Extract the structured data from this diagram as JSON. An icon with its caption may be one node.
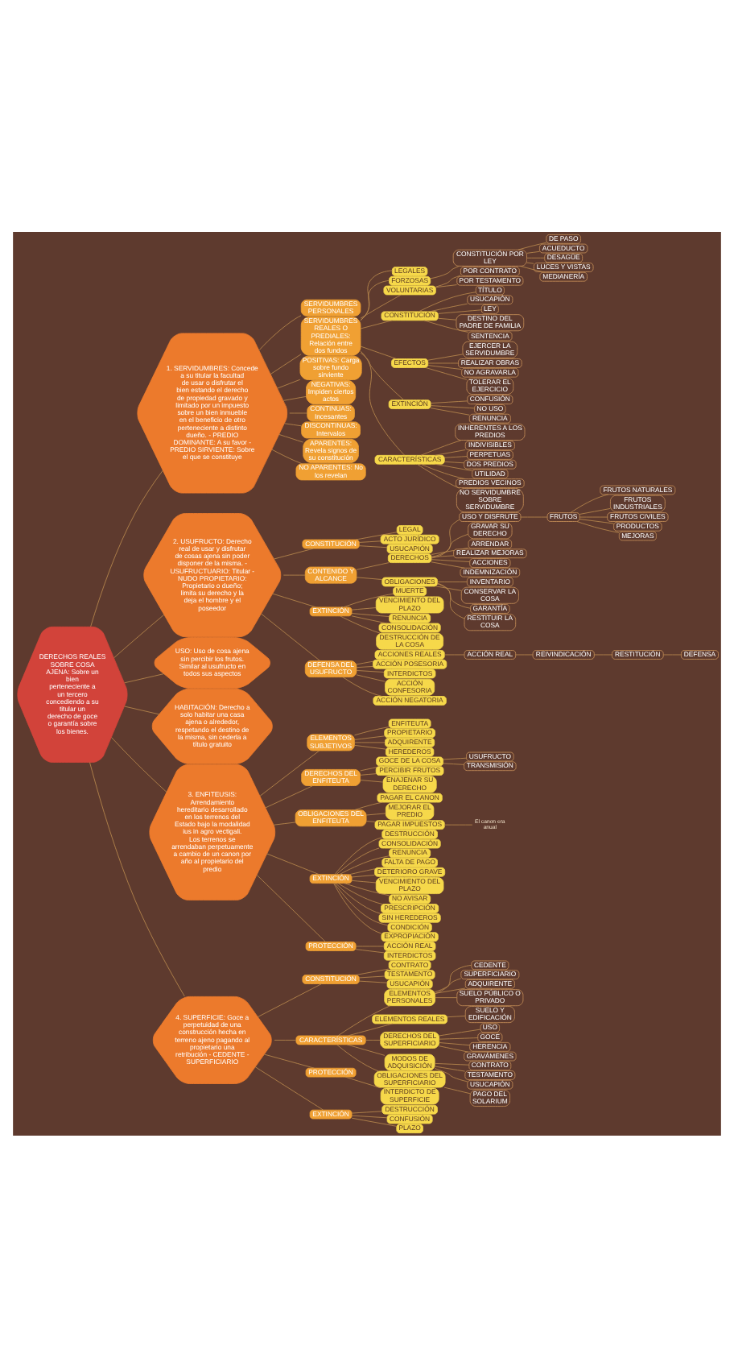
{
  "diagram": {
    "nodes": [
      {
        "text": [
          "DERECHOS REALES SOBRE COSA AJENA: Sobre un bien perteneciente a un tercero concediendo a su titular un derecho de goce o garantía sobre los bienes."
        ]
      },
      {
        "text": [
          "1. SERVIDUMBRES: Concede a su titular la facultad de usar o disfrutar el bien estando el derecho de propiedad gravado y limitado por un impuesto sobre un bien inmueble en el beneficio de otro perteneciente a distinto dueño. - PREDIO DOMINANTE: A su favor - PREDIO SIRVIENTE: Sobre el que se constituye"
        ]
      },
      {
        "text": [
          "SERVIDUMBRES PERSONALES"
        ]
      },
      {
        "text": [
          "SERVIDUMBRES REALES O PREDIALES: Relación entre dos fundos"
        ]
      },
      {
        "text": [
          "LEGALES"
        ]
      },
      {
        "text": [
          "FORZOSAS"
        ]
      },
      {
        "text": [
          "CONSTITUCIÓN POR LEY"
        ]
      },
      {
        "text": [
          "DE PASO"
        ]
      },
      {
        "text": [
          "ACUEDUCTO"
        ]
      },
      {
        "text": [
          "DESAGÜE"
        ]
      },
      {
        "text": [
          "LUCES Y VISTAS"
        ]
      },
      {
        "text": [
          "MEDIANERÍA"
        ]
      },
      {
        "text": [
          "VOLUNTARIAS"
        ]
      },
      {
        "text": [
          "POR CONTRATO"
        ]
      },
      {
        "text": [
          "POR TESTAMENTO"
        ]
      },
      {
        "text": [
          "CONSTITUCIÓN"
        ]
      },
      {
        "text": [
          "TÍTULO"
        ]
      },
      {
        "text": [
          "USUCAPIÓN"
        ]
      },
      {
        "text": [
          "LEY"
        ]
      },
      {
        "text": [
          "DESTINO DEL PADRE DE FAMILIA"
        ]
      },
      {
        "text": [
          "SENTENCIA"
        ]
      },
      {
        "text": [
          "EFECTOS"
        ]
      },
      {
        "text": [
          "EJERCER LA SERVIDUMBRE"
        ]
      },
      {
        "text": [
          "REALIZAR OBRAS"
        ]
      },
      {
        "text": [
          "NO AGRAVARLA"
        ]
      },
      {
        "text": [
          "TOLERAR EL EJERCICIO"
        ]
      },
      {
        "text": [
          "EXTINCIÓN"
        ]
      },
      {
        "text": [
          "CONFUSIÓN"
        ]
      },
      {
        "text": [
          "NO USO"
        ]
      },
      {
        "text": [
          "RENUNCIA"
        ]
      },
      {
        "text": [
          "CARACTERÍSTICAS"
        ]
      },
      {
        "text": [
          "INHERENTES A LOS PREDIOS"
        ]
      },
      {
        "text": [
          "INDIVISIBLES"
        ]
      },
      {
        "text": [
          "PERPETUAS"
        ]
      },
      {
        "text": [
          "DOS PREDIOS"
        ]
      },
      {
        "text": [
          "UTILIDAD"
        ]
      },
      {
        "text": [
          "PREDIOS VECINOS"
        ]
      },
      {
        "text": [
          "NO SERVIDUMBRE SOBRE SERVIDUMBRE"
        ]
      },
      {
        "text": [
          "POSITIVAS: Carga sobre fundo sirviente"
        ]
      },
      {
        "text": [
          "NEGATIVAS: Impiden ciertos actos"
        ]
      },
      {
        "text": [
          "CONTINUAS: Incesantes"
        ]
      },
      {
        "text": [
          "DISCONTINUAS: Intervalos"
        ]
      },
      {
        "text": [
          "APARENTES: Revela signos de su constitución"
        ]
      },
      {
        "text": [
          "NO APARENTES: No los revelan"
        ]
      },
      {
        "text": [
          "2. USUFRUCTO: Derecho real de usar y disfrutar de cosas ajena sin poder disponer de la misma. - USUFRUCTUARIO: Titular - NUDO PROPIETARIO: Propietario o dueño; limita su derecho y la deja el hombre y el poseedor"
        ]
      },
      {
        "text": [
          "CONSTITUCIÓN"
        ]
      },
      {
        "text": [
          "LEGAL"
        ]
      },
      {
        "text": [
          "ACTO JURÍDICO"
        ]
      },
      {
        "text": [
          "USUCAPIÓN"
        ]
      },
      {
        "text": [
          "CONTENIDO Y ALCANCE"
        ]
      },
      {
        "text": [
          "DERECHOS"
        ]
      },
      {
        "text": [
          "USO Y DISFRUTE"
        ]
      },
      {
        "text": [
          "FRUTOS"
        ]
      },
      {
        "text": [
          "FRUTOS NATURALES"
        ]
      },
      {
        "text": [
          "FRUTOS INDUSTRIALES"
        ]
      },
      {
        "text": [
          "FRUTOS CIVILES"
        ]
      },
      {
        "text": [
          "PRODUCTOS"
        ]
      },
      {
        "text": [
          "MEJORAS"
        ]
      },
      {
        "text": [
          "GRAVAR SU DERECHO"
        ]
      },
      {
        "text": [
          "ARRENDAR"
        ]
      },
      {
        "text": [
          "REALIZAR MEJORAS"
        ]
      },
      {
        "text": [
          "ACCIONES"
        ]
      },
      {
        "text": [
          "INDEMNIZACIÓN"
        ]
      },
      {
        "text": [
          "OBLIGACIONES"
        ]
      },
      {
        "text": [
          "INVENTARIO"
        ]
      },
      {
        "text": [
          "CONSERVAR LA COSA"
        ]
      },
      {
        "text": [
          "GARANTÍA"
        ]
      },
      {
        "text": [
          "RESTITUIR LA COSA"
        ]
      },
      {
        "text": [
          "EXTINCIÓN"
        ]
      },
      {
        "text": [
          "MUERTE"
        ]
      },
      {
        "text": [
          "VENCIMIENTO DEL PLAZO"
        ]
      },
      {
        "text": [
          "RENUNCIA"
        ]
      },
      {
        "text": [
          "CONSOLIDACIÓN"
        ]
      },
      {
        "text": [
          "DESTRUCCIÓN DE LA COSA"
        ]
      },
      {
        "text": [
          "DEFENSA DEL USUFRUCTO"
        ]
      },
      {
        "text": [
          "ACCIONES REALES"
        ]
      },
      {
        "text": [
          "ACCIÓN REAL"
        ]
      },
      {
        "text": [
          "REIVINDICACIÓN"
        ]
      },
      {
        "text": [
          "RESTITUCIÓN"
        ]
      },
      {
        "text": [
          "DEFENSA"
        ]
      },
      {
        "text": [
          "ACCIÓN POSESORIA"
        ]
      },
      {
        "text": [
          "INTERDICTOS"
        ]
      },
      {
        "text": [
          "ACCIÓN CONFESORIA"
        ]
      },
      {
        "text": [
          "ACCIÓN NEGATORIA"
        ]
      },
      {
        "text": [
          "USO: Uso de cosa ajena sin percibir los frutos. Similar al usufructo en todos sus aspectos"
        ]
      },
      {
        "text": [
          "HABITACIÓN: Derecho a solo habitar una casa ajena o alrededor, respetando el destino de la misma, sin cederla a título gratuito"
        ]
      },
      {
        "text": [
          "3. ENFITEUSIS: Arrendamiento hereditario desarrollado en los terrenos del Estado bajo la modalidad ius in agro vectigali. Los terrenos se arrendaban perpetuamente a cambio de un canon por año al propietario del predio"
        ]
      },
      {
        "text": [
          "ELEMENTOS SUBJETIVOS"
        ]
      },
      {
        "text": [
          "ENFITEUTA"
        ]
      },
      {
        "text": [
          "PROPIETARIO"
        ]
      },
      {
        "text": [
          "ADQUIRENTE"
        ]
      },
      {
        "text": [
          "HEREDEROS"
        ]
      },
      {
        "text": [
          "DERECHOS DEL ENFITEUTA"
        ]
      },
      {
        "text": [
          "GOCE DE LA COSA"
        ]
      },
      {
        "text": [
          "USUFRUCTO"
        ]
      },
      {
        "text": [
          "TRANSMISIÓN"
        ]
      },
      {
        "text": [
          "PERCIBIR FRUTOS"
        ]
      },
      {
        "text": [
          "ENAJENAR SU DERECHO"
        ]
      },
      {
        "text": [
          "OBLIGACIONES DEL ENFITEUTA"
        ]
      },
      {
        "text": [
          "PAGAR EL CANON"
        ]
      },
      {
        "text": [
          "MEJORAR EL PREDIO"
        ]
      },
      {
        "text": [
          "PAGAR IMPUESTOS"
        ]
      },
      {
        "text": [
          "El canon era anual"
        ]
      },
      {
        "text": [
          "EXTINCIÓN"
        ]
      },
      {
        "text": [
          "DESTRUCCIÓN"
        ]
      },
      {
        "text": [
          "CONSOLIDACIÓN"
        ]
      },
      {
        "text": [
          "RENUNCIA"
        ]
      },
      {
        "text": [
          "FALTA DE PAGO"
        ]
      },
      {
        "text": [
          "DETERIORO GRAVE"
        ]
      },
      {
        "text": [
          "VENCIMIENTO DEL PLAZO"
        ]
      },
      {
        "text": [
          "NO AVISAR"
        ]
      },
      {
        "text": [
          "PRESCRIPCIÓN"
        ]
      },
      {
        "text": [
          "SIN HEREDEROS"
        ]
      },
      {
        "text": [
          "CONDICIÓN"
        ]
      },
      {
        "text": [
          "EXPROPIACIÓN"
        ]
      },
      {
        "text": [
          "PROTECCIÓN"
        ]
      },
      {
        "text": [
          "ACCIÓN REAL"
        ]
      },
      {
        "text": [
          "INTERDICTOS"
        ]
      },
      {
        "text": [
          "4. SUPERFICIE: Goce a perpetuidad de una construcción hecha en terreno ajeno pagando al propietario una retribución - CEDENTE - SUPERFICIARIO"
        ]
      },
      {
        "text": [
          "CONSTITUCIÓN"
        ]
      },
      {
        "text": [
          "CONTRATO"
        ]
      },
      {
        "text": [
          "TESTAMENTO"
        ]
      },
      {
        "text": [
          "USUCAPIÓN"
        ]
      },
      {
        "text": [
          "CARACTERÍSTICAS"
        ]
      },
      {
        "text": [
          "ELEMENTOS PERSONALES"
        ]
      },
      {
        "text": [
          "CEDENTE"
        ]
      },
      {
        "text": [
          "SUPERFICIARIO"
        ]
      },
      {
        "text": [
          "ADQUIRENTE"
        ]
      },
      {
        "text": [
          "SUELO PÚBLICO O PRIVADO"
        ]
      },
      {
        "text": [
          "ELEMENTOS REALES"
        ]
      },
      {
        "text": [
          "SUELO Y EDIFICACIÓN"
        ]
      },
      {
        "text": [
          "DERECHOS DEL SUPERFICIARIO"
        ]
      },
      {
        "text": [
          "USO"
        ]
      },
      {
        "text": [
          "GOCE"
        ]
      },
      {
        "text": [
          "HERENCIA"
        ]
      },
      {
        "text": [
          "GRAVÁMENES"
        ]
      },
      {
        "text": [
          "MODOS DE ADQUISICIÓN"
        ]
      },
      {
        "text": [
          "CONTRATO"
        ]
      },
      {
        "text": [
          "TESTAMENTO"
        ]
      },
      {
        "text": [
          "USUCAPIÓN"
        ]
      },
      {
        "text": [
          "OBLIGACIONES DEL SUPERFICIARIO"
        ]
      },
      {
        "text": [
          "PAGO DEL SOLARIUM"
        ]
      },
      {
        "text": [
          "PROTECCIÓN"
        ]
      },
      {
        "text": [
          "INTERDICTO DE SUPERFICIE"
        ]
      },
      {
        "text": [
          "EXTINCIÓN"
        ]
      },
      {
        "text": [
          "DESTRUCCIÓN"
        ]
      },
      {
        "text": [
          "CONFUSIÓN"
        ]
      },
      {
        "text": [
          "PLAZO"
        ]
      }
    ],
    "edges": [
      {
        "from": 0,
        "to": 1,
        "arrow": "none"
      },
      {
        "from": 1,
        "to": 2,
        "arrow": "none"
      },
      {
        "from": 1,
        "to": 3,
        "arrow": "none"
      },
      {
        "from": 3,
        "to": 4,
        "arrow": "none"
      },
      {
        "from": 3,
        "to": 5,
        "arrow": "none"
      },
      {
        "from": 5,
        "to": 6,
        "arrow": "none"
      },
      {
        "from": 6,
        "to": 7,
        "arrow": "none"
      },
      {
        "from": 6,
        "to": 8,
        "arrow": "none"
      },
      {
        "from": 6,
        "to": 9,
        "arrow": "none"
      },
      {
        "from": 6,
        "to": 10,
        "arrow": "none"
      },
      {
        "from": 6,
        "to": 11,
        "arrow": "none"
      },
      {
        "from": 3,
        "to": 12,
        "arrow": "none"
      },
      {
        "from": 12,
        "to": 13,
        "arrow": "none"
      },
      {
        "from": 12,
        "to": 14,
        "arrow": "none"
      },
      {
        "from": 3,
        "to": 15,
        "arrow": "none"
      },
      {
        "from": 15,
        "to": 16,
        "arrow": "none"
      },
      {
        "from": 15,
        "to": 17,
        "arrow": "none"
      },
      {
        "from": 15,
        "to": 18,
        "arrow": "none"
      },
      {
        "from": 15,
        "to": 19,
        "arrow": "none"
      },
      {
        "from": 15,
        "to": 20,
        "arrow": "none"
      },
      {
        "from": 3,
        "to": 21,
        "arrow": "none"
      },
      {
        "from": 21,
        "to": 22,
        "arrow": "none"
      },
      {
        "from": 21,
        "to": 23,
        "arrow": "none"
      },
      {
        "from": 21,
        "to": 24,
        "arrow": "none"
      },
      {
        "from": 21,
        "to": 25,
        "arrow": "none"
      },
      {
        "from": 3,
        "to": 26,
        "arrow": "none"
      },
      {
        "from": 26,
        "to": 27,
        "arrow": "none"
      },
      {
        "from": 26,
        "to": 28,
        "arrow": "none"
      },
      {
        "from": 26,
        "to": 29,
        "arrow": "none"
      },
      {
        "from": 3,
        "to": 30,
        "arrow": "none"
      },
      {
        "from": 30,
        "to": 31,
        "arrow": "none"
      },
      {
        "from": 30,
        "to": 32,
        "arrow": "none"
      },
      {
        "from": 30,
        "to": 33,
        "arrow": "none"
      },
      {
        "from": 30,
        "to": 34,
        "arrow": "none"
      },
      {
        "from": 30,
        "to": 35,
        "arrow": "none"
      },
      {
        "from": 30,
        "to": 36,
        "arrow": "none"
      },
      {
        "from": 30,
        "to": 37,
        "arrow": "none"
      },
      {
        "from": 1,
        "to": 38,
        "arrow": "none"
      },
      {
        "from": 1,
        "to": 39,
        "arrow": "none"
      },
      {
        "from": 1,
        "to": 40,
        "arrow": "none"
      },
      {
        "from": 1,
        "to": 41,
        "arrow": "none"
      },
      {
        "from": 1,
        "to": 42,
        "arrow": "none"
      },
      {
        "from": 1,
        "to": 43,
        "arrow": "none"
      },
      {
        "from": 0,
        "to": 44,
        "arrow": "none"
      },
      {
        "from": 44,
        "to": 45,
        "arrow": "none"
      },
      {
        "from": 45,
        "to": 46,
        "arrow": "none"
      },
      {
        "from": 45,
        "to": 47,
        "arrow": "none"
      },
      {
        "from": 45,
        "to": 48,
        "arrow": "none"
      },
      {
        "from": 44,
        "to": 49,
        "arrow": "none"
      },
      {
        "from": 49,
        "to": 50,
        "arrow": "none"
      },
      {
        "from": 50,
        "to": 51,
        "arrow": "none"
      },
      {
        "from": 51,
        "to": 52,
        "arrow": "none"
      },
      {
        "from": 52,
        "to": 53,
        "arrow": "none"
      },
      {
        "from": 52,
        "to": 54,
        "arrow": "none"
      },
      {
        "from": 52,
        "to": 55,
        "arrow": "none"
      },
      {
        "from": 52,
        "to": 56,
        "arrow": "none"
      },
      {
        "from": 52,
        "to": 57,
        "arrow": "none"
      },
      {
        "from": 50,
        "to": 58,
        "arrow": "none"
      },
      {
        "from": 50,
        "to": 59,
        "arrow": "none"
      },
      {
        "from": 50,
        "to": 60,
        "arrow": "none"
      },
      {
        "from": 50,
        "to": 61,
        "arrow": "none"
      },
      {
        "from": 50,
        "to": 62,
        "arrow": "none"
      },
      {
        "from": 49,
        "to": 63,
        "arrow": "none"
      },
      {
        "from": 63,
        "to": 64,
        "arrow": "none"
      },
      {
        "from": 63,
        "to": 65,
        "arrow": "none"
      },
      {
        "from": 63,
        "to": 66,
        "arrow": "none"
      },
      {
        "from": 63,
        "to": 67,
        "arrow": "none"
      },
      {
        "from": 44,
        "to": 68,
        "arrow": "none"
      },
      {
        "from": 68,
        "to": 69,
        "arrow": "none"
      },
      {
        "from": 68,
        "to": 70,
        "arrow": "none"
      },
      {
        "from": 68,
        "to": 71,
        "arrow": "none"
      },
      {
        "from": 68,
        "to": 72,
        "arrow": "none"
      },
      {
        "from": 68,
        "to": 73,
        "arrow": "none"
      },
      {
        "from": 44,
        "to": 74,
        "arrow": "none"
      },
      {
        "from": 74,
        "to": 75,
        "arrow": "none"
      },
      {
        "from": 75,
        "to": 76,
        "arrow": "none"
      },
      {
        "from": 76,
        "to": 77,
        "arrow": "none"
      },
      {
        "from": 77,
        "to": 78,
        "arrow": "none"
      },
      {
        "from": 78,
        "to": 79,
        "arrow": "none"
      },
      {
        "from": 74,
        "to": 80,
        "arrow": "none"
      },
      {
        "from": 74,
        "to": 81,
        "arrow": "none"
      },
      {
        "from": 74,
        "to": 82,
        "arrow": "none"
      },
      {
        "from": 74,
        "to": 83,
        "arrow": "none"
      },
      {
        "from": 0,
        "to": 84,
        "arrow": "none"
      },
      {
        "from": 0,
        "to": 85,
        "arrow": "none"
      },
      {
        "from": 0,
        "to": 86,
        "arrow": "none"
      },
      {
        "from": 86,
        "to": 87,
        "arrow": "none"
      },
      {
        "from": 87,
        "to": 88,
        "arrow": "none"
      },
      {
        "from": 87,
        "to": 89,
        "arrow": "none"
      },
      {
        "from": 87,
        "to": 90,
        "arrow": "none"
      },
      {
        "from": 87,
        "to": 91,
        "arrow": "none"
      },
      {
        "from": 86,
        "to": 92,
        "arrow": "none"
      },
      {
        "from": 92,
        "to": 93,
        "arrow": "none"
      },
      {
        "from": 93,
        "to": 94,
        "arrow": "none"
      },
      {
        "from": 93,
        "to": 95,
        "arrow": "none"
      },
      {
        "from": 92,
        "to": 96,
        "arrow": "none"
      },
      {
        "from": 92,
        "to": 97,
        "arrow": "none"
      },
      {
        "from": 86,
        "to": 98,
        "arrow": "none"
      },
      {
        "from": 98,
        "to": 99,
        "arrow": "none"
      },
      {
        "from": 98,
        "to": 100,
        "arrow": "none"
      },
      {
        "from": 98,
        "to": 101,
        "arrow": "none"
      },
      {
        "from": 101,
        "to": 102,
        "arrow": "none"
      },
      {
        "from": 86,
        "to": 103,
        "arrow": "none"
      },
      {
        "from": 103,
        "to": 104,
        "arrow": "none"
      },
      {
        "from": 103,
        "to": 105,
        "arrow": "none"
      },
      {
        "from": 103,
        "to": 106,
        "arrow": "none"
      },
      {
        "from": 103,
        "to": 107,
        "arrow": "none"
      },
      {
        "from": 103,
        "to": 108,
        "arrow": "none"
      },
      {
        "from": 103,
        "to": 109,
        "arrow": "none"
      },
      {
        "from": 103,
        "to": 110,
        "arrow": "none"
      },
      {
        "from": 103,
        "to": 111,
        "arrow": "none"
      },
      {
        "from": 103,
        "to": 112,
        "arrow": "none"
      },
      {
        "from": 103,
        "to": 113,
        "arrow": "none"
      },
      {
        "from": 103,
        "to": 114,
        "arrow": "none"
      },
      {
        "from": 86,
        "to": 115,
        "arrow": "none"
      },
      {
        "from": 115,
        "to": 116,
        "arrow": "none"
      },
      {
        "from": 115,
        "to": 117,
        "arrow": "none"
      },
      {
        "from": 0,
        "to": 118,
        "arrow": "none"
      },
      {
        "from": 118,
        "to": 119,
        "arrow": "none"
      },
      {
        "from": 119,
        "to": 120,
        "arrow": "none"
      },
      {
        "from": 119,
        "to": 121,
        "arrow": "none"
      },
      {
        "from": 119,
        "to": 122,
        "arrow": "none"
      },
      {
        "from": 118,
        "to": 123,
        "arrow": "none"
      },
      {
        "from": 123,
        "to": 124,
        "arrow": "none"
      },
      {
        "from": 124,
        "to": 125,
        "arrow": "none"
      },
      {
        "from": 124,
        "to": 126,
        "arrow": "none"
      },
      {
        "from": 124,
        "to": 127,
        "arrow": "none"
      },
      {
        "from": 124,
        "to": 128,
        "arrow": "none"
      },
      {
        "from": 123,
        "to": 129,
        "arrow": "none"
      },
      {
        "from": 129,
        "to": 130,
        "arrow": "none"
      },
      {
        "from": 123,
        "to": 131,
        "arrow": "none"
      },
      {
        "from": 131,
        "to": 132,
        "arrow": "none"
      },
      {
        "from": 131,
        "to": 133,
        "arrow": "none"
      },
      {
        "from": 131,
        "to": 134,
        "arrow": "none"
      },
      {
        "from": 131,
        "to": 135,
        "arrow": "none"
      },
      {
        "from": 123,
        "to": 136,
        "arrow": "none"
      },
      {
        "from": 136,
        "to": 137,
        "arrow": "none"
      },
      {
        "from": 136,
        "to": 138,
        "arrow": "none"
      },
      {
        "from": 136,
        "to": 139,
        "arrow": "none"
      },
      {
        "from": 123,
        "to": 140,
        "arrow": "none"
      },
      {
        "from": 140,
        "to": 141,
        "arrow": "none"
      },
      {
        "from": 118,
        "to": 142,
        "arrow": "none"
      },
      {
        "from": 142,
        "to": 143,
        "arrow": "none"
      },
      {
        "from": 118,
        "to": 144,
        "arrow": "none"
      },
      {
        "from": 144,
        "to": 145,
        "arrow": "none"
      },
      {
        "from": 144,
        "to": 146,
        "arrow": "none"
      },
      {
        "from": 144,
        "to": 147,
        "arrow": "none"
      }
    ]
  }
}
